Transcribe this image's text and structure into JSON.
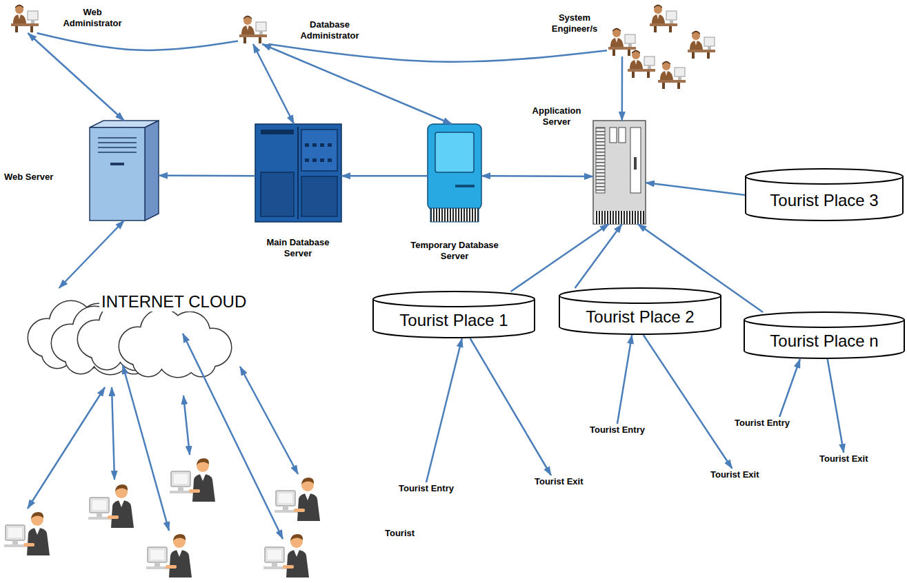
{
  "diagram": {
    "nodes": [
      {
        "text": [
          "Web Administrator"
        ]
      },
      {
        "text": [
          "Database Administrator"
        ]
      },
      {
        "text": [
          "System Engineer/s"
        ]
      },
      {
        "text": [
          "Web Server"
        ]
      },
      {
        "text": [
          "Main Database Server"
        ]
      },
      {
        "text": [
          "Temporary Database Server"
        ]
      },
      {
        "text": [
          "Application Server"
        ]
      },
      {
        "text": [
          "Tourist Place 3"
        ]
      },
      {
        "text": [
          "INTERNET CLOUD"
        ]
      },
      {
        "text": [
          "Tourist Place 1"
        ]
      },
      {
        "text": [
          "Tourist Place 2"
        ]
      },
      {
        "text": [
          "Tourist Place n"
        ]
      },
      {
        "text": [
          "Tourist Entry"
        ]
      },
      {
        "text": [
          "Tourist Exit"
        ]
      },
      {
        "text": [
          "Tourist Entry"
        ]
      },
      {
        "text": [
          "Tourist Exit"
        ]
      },
      {
        "text": [
          "Tourist Entry"
        ]
      },
      {
        "text": [
          "Tourist Exit"
        ]
      }
    ],
    "edges": [
      {
        "from": 0,
        "to": 3,
        "arrow": "both"
      },
      {
        "from": 1,
        "to": 4,
        "arrow": "both"
      },
      {
        "from": 1,
        "to": 5,
        "arrow": "both"
      },
      {
        "from": 2,
        "to": 6,
        "arrow": "to"
      },
      {
        "from": 0,
        "to": 1,
        "arrow": "none"
      },
      {
        "from": 1,
        "to": 2,
        "arrow": "none"
      },
      {
        "from": 4,
        "to": 3,
        "arrow": "to"
      },
      {
        "from": 5,
        "to": 4,
        "arrow": "to"
      },
      {
        "from": 5,
        "to": 6,
        "arrow": "both"
      },
      {
        "from": 7,
        "to": 6,
        "arrow": "to"
      },
      {
        "from": 9,
        "to": 6,
        "arrow": "to"
      },
      {
        "from": 10,
        "to": 6,
        "arrow": "to"
      },
      {
        "from": 11,
        "to": 6,
        "arrow": "to"
      },
      {
        "from": 3,
        "to": 8,
        "arrow": "both"
      },
      {
        "from": 12,
        "to": 9,
        "arrow": "to"
      },
      {
        "from": 9,
        "to": 13,
        "arrow": "to"
      },
      {
        "from": 14,
        "to": 10,
        "arrow": "to"
      },
      {
        "from": 10,
        "to": 15,
        "arrow": "to"
      },
      {
        "from": 16,
        "to": 11,
        "arrow": "to"
      },
      {
        "from": 11,
        "to": 17,
        "arrow": "to"
      }
    ],
    "labels": [
      "Tourist"
    ]
  }
}
